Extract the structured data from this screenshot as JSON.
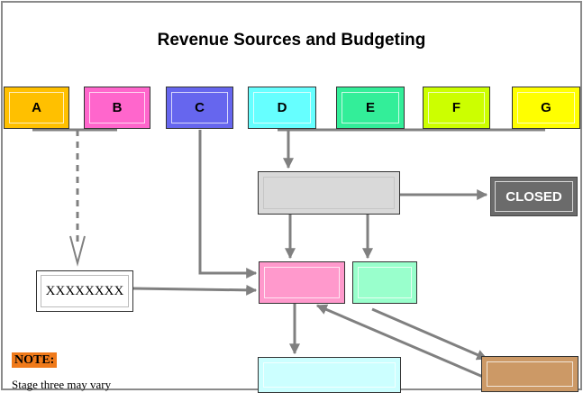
{
  "title": "Revenue Sources and Budgeting",
  "sources": [
    {
      "label": "A",
      "color": "#ffc000"
    },
    {
      "label": "B",
      "color": "#ff66cc"
    },
    {
      "label": "C",
      "color": "#6666ee"
    },
    {
      "label": "D",
      "color": "#66ffff"
    },
    {
      "label": "E",
      "color": "#33ee99"
    },
    {
      "label": "F",
      "color": "#ccff00"
    },
    {
      "label": "G",
      "color": "#ffff00"
    }
  ],
  "closed_label": "CLOSED",
  "placeholder_label": "XXXXXXXX",
  "note": {
    "tag": "NOTE:",
    "text": "Stage three may vary"
  },
  "colors": {
    "gray_box": "#d9d9d9",
    "pink_box": "#ff99cc",
    "mint_box": "#99ffcc",
    "cyan_box": "#ccffff",
    "brown_box": "#cc9966",
    "closed_box": "#6b6b6b",
    "arrow": "#808080",
    "note_tag": "#f07a1a"
  }
}
